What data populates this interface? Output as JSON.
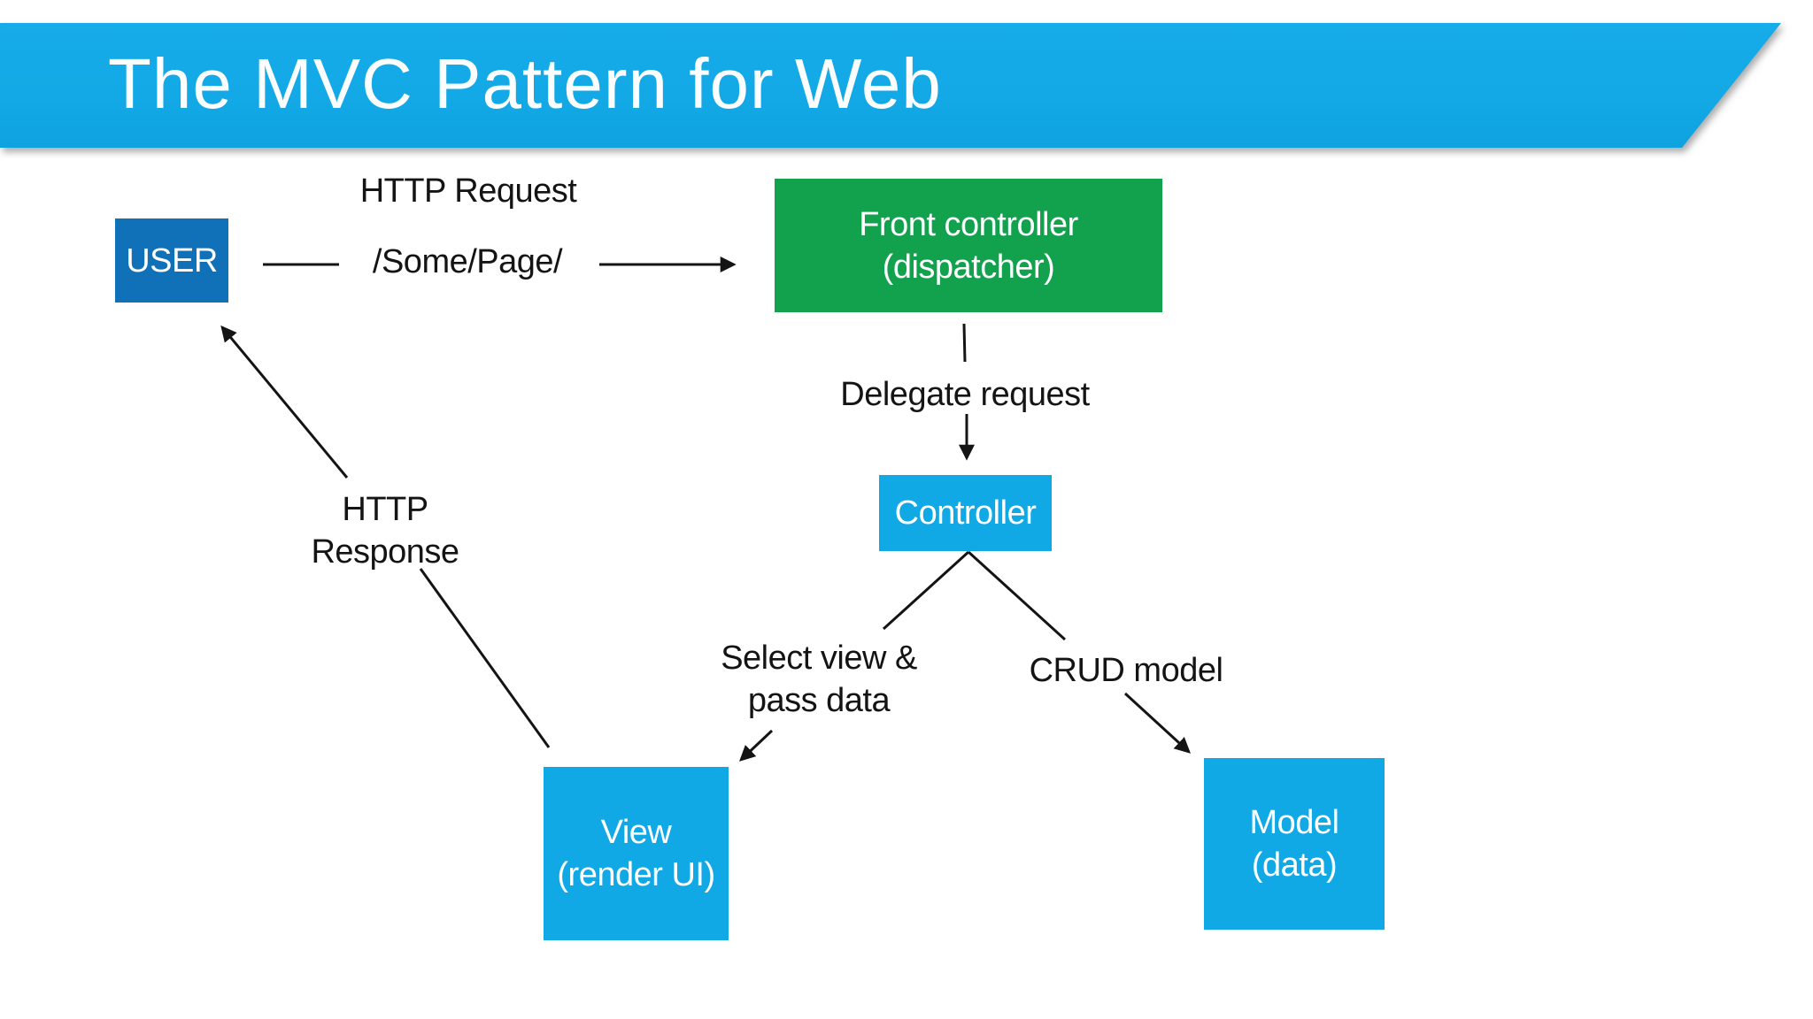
{
  "title": "The MVC Pattern for Web",
  "colors": {
    "banner": "#12a9e6",
    "node_cyan": "#10a9e6",
    "node_blue": "#1070b8",
    "node_green": "#12a24e",
    "node_text": "#ffffff",
    "text": "#141414",
    "line": "#141414",
    "background": "#ffffff"
  },
  "nodes": {
    "user": {
      "label": "USER"
    },
    "front_controller": {
      "line1": "Front controller",
      "line2": "(dispatcher)"
    },
    "controller": {
      "label": "Controller"
    },
    "view": {
      "line1": "View",
      "line2": "(render UI)"
    },
    "model": {
      "line1": "Model",
      "line2": "(data)"
    }
  },
  "edge_labels": {
    "http_request": "HTTP Request",
    "request_path": "/Some/Page/",
    "delegate_request": "Delegate request",
    "select_view_line1": "Select view &",
    "select_view_line2": "pass data",
    "crud_model": "CRUD model",
    "http_response_line1": "HTTP",
    "http_response_line2": "Response"
  }
}
